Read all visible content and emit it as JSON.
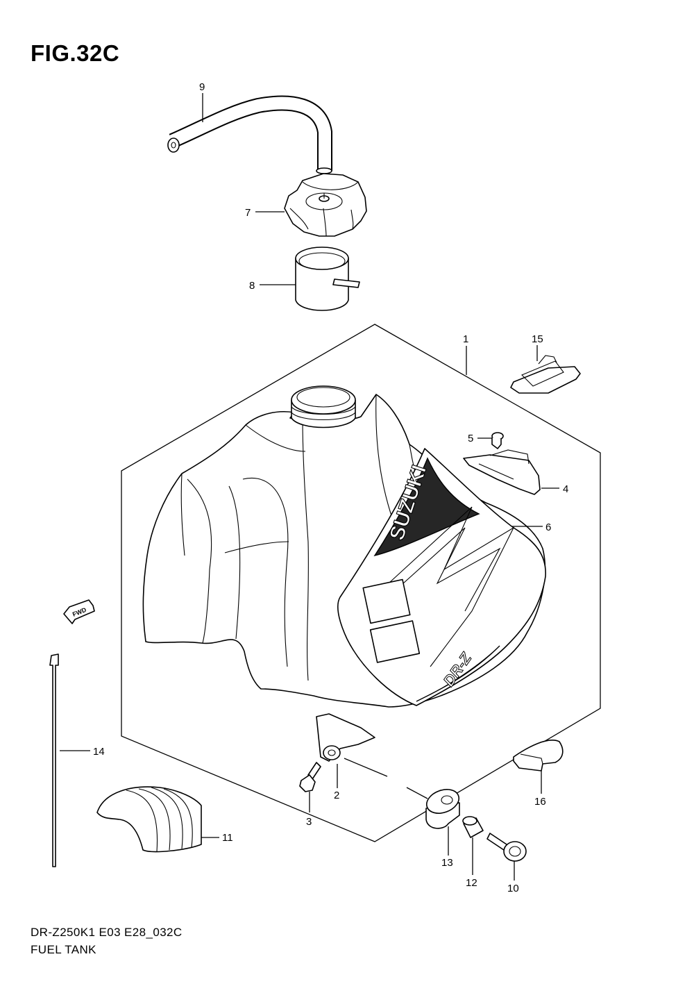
{
  "figure": {
    "title": "FIG.32C",
    "model_code": "DR-Z250K1 E03 E28_032C",
    "name": "FUEL TANK"
  },
  "fwd_label": "FWD",
  "tank_decal": {
    "brand": "SUZUKI",
    "model": "DR-Z"
  },
  "callouts": {
    "c1": "1",
    "c2": "2",
    "c3": "3",
    "c4": "4",
    "c5": "5",
    "c6": "6",
    "c7": "7",
    "c8": "8",
    "c9": "9",
    "c10": "10",
    "c11": "11",
    "c12": "12",
    "c13": "13",
    "c14": "14",
    "c15": "15",
    "c16": "16"
  }
}
